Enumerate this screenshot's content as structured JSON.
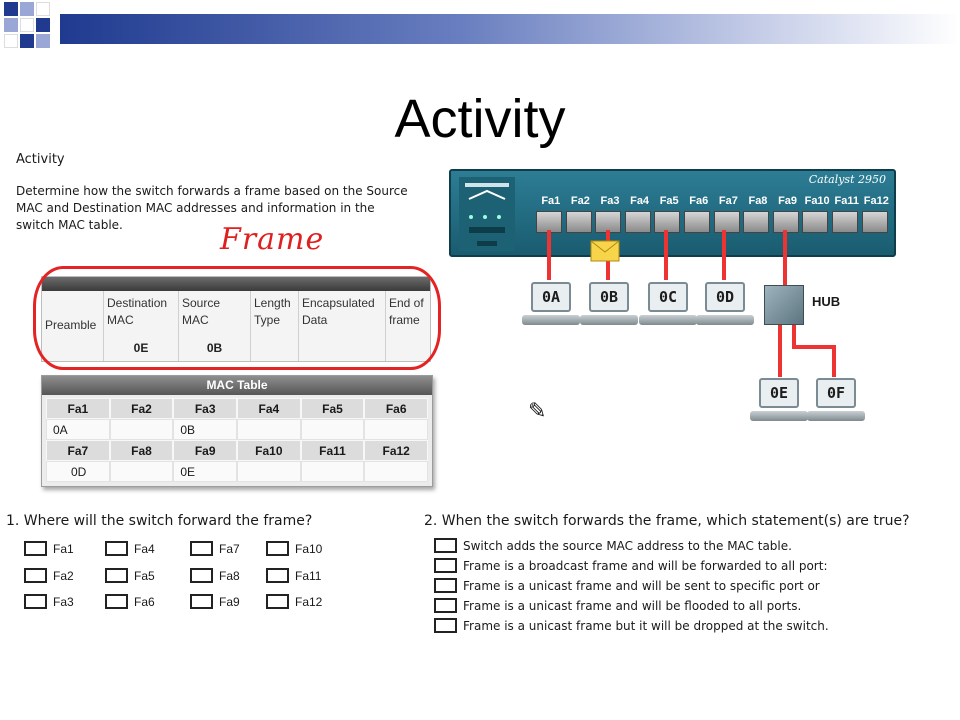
{
  "slide": {
    "title": "Activity"
  },
  "activity": {
    "heading": "Activity",
    "instructions": "Determine how the switch forwards a frame based on the Source MAC and Destination MAC addresses and information in the switch MAC table.",
    "handwritten_label": "Frame"
  },
  "frame": {
    "fields": [
      {
        "label": "Preamble",
        "value": ""
      },
      {
        "label": "Destination MAC",
        "value": "0E"
      },
      {
        "label": "Source MAC",
        "value": "0B"
      },
      {
        "label": "Length Type",
        "value": ""
      },
      {
        "label": "Encapsulated Data",
        "value": ""
      },
      {
        "label": "End of frame",
        "value": ""
      }
    ]
  },
  "mac_table": {
    "title": "MAC Table",
    "row1_headers": [
      "Fa1",
      "Fa2",
      "Fa3",
      "Fa4",
      "Fa5",
      "Fa6"
    ],
    "row1_values": [
      "0A",
      "",
      "0B",
      "",
      "",
      ""
    ],
    "row2_headers": [
      "Fa7",
      "Fa8",
      "Fa9",
      "Fa10",
      "Fa11",
      "Fa12"
    ],
    "row2_values": [
      "0D",
      "",
      "0E",
      "",
      "",
      ""
    ]
  },
  "switch": {
    "model": "Catalyst 2950",
    "ports": [
      "Fa1",
      "Fa2",
      "Fa3",
      "Fa4",
      "Fa5",
      "Fa6",
      "Fa7",
      "Fa8",
      "Fa9",
      "Fa10",
      "Fa11",
      "Fa12"
    ]
  },
  "hosts": {
    "pc_0a": "0A",
    "pc_0b": "0B",
    "pc_0c": "0C",
    "pc_0d": "0D",
    "pc_0e": "0E",
    "pc_0f": "0F",
    "hub": "HUB"
  },
  "question1": {
    "text": "1.  Where will the switch forward the frame?",
    "options": [
      "Fa1",
      "Fa4",
      "Fa7",
      "Fa10",
      "Fa2",
      "Fa5",
      "Fa8",
      "Fa11",
      "Fa3",
      "Fa6",
      "Fa9",
      "Fa12"
    ]
  },
  "question2": {
    "text": "2.  When the switch forwards the frame, which statement(s) are true?",
    "options": [
      "Switch adds the source MAC address to the MAC table.",
      "Frame is a broadcast frame and will be forwarded to all port:",
      "Frame is a unicast frame and will be sent to specific port or",
      "Frame is a unicast frame and will be flooded to all ports.",
      "Frame is a unicast frame but it will be dropped at the switch."
    ]
  },
  "colors": {
    "accent": "#1f3a8f",
    "annotation": "#e42424",
    "switch": "#2c7d95"
  }
}
